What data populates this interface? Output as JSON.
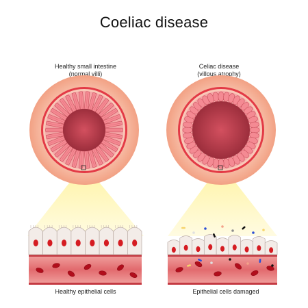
{
  "title": "Coeliac disease",
  "panels": {
    "left": {
      "heading_line1": "Healthy small intestine",
      "heading_line2": "(normal villi)",
      "caption": "Healthy epithelial cells"
    },
    "right": {
      "heading_line1": "Celiac disease",
      "heading_line2": "(villous atrophy)",
      "caption": "Epithelial cells damaged"
    }
  },
  "colors": {
    "outer_ring": "#f6b59a",
    "muscle_band": "#d8202e",
    "villi": "#f48a93",
    "lumen": "#c9505f",
    "highlight_cone": "#fff7b0",
    "epithelial_cell": "#f3ece8",
    "nucleus": "#d51c22",
    "blood_vessel": "#d8505a",
    "blood_cell": "#b10e1c"
  }
}
